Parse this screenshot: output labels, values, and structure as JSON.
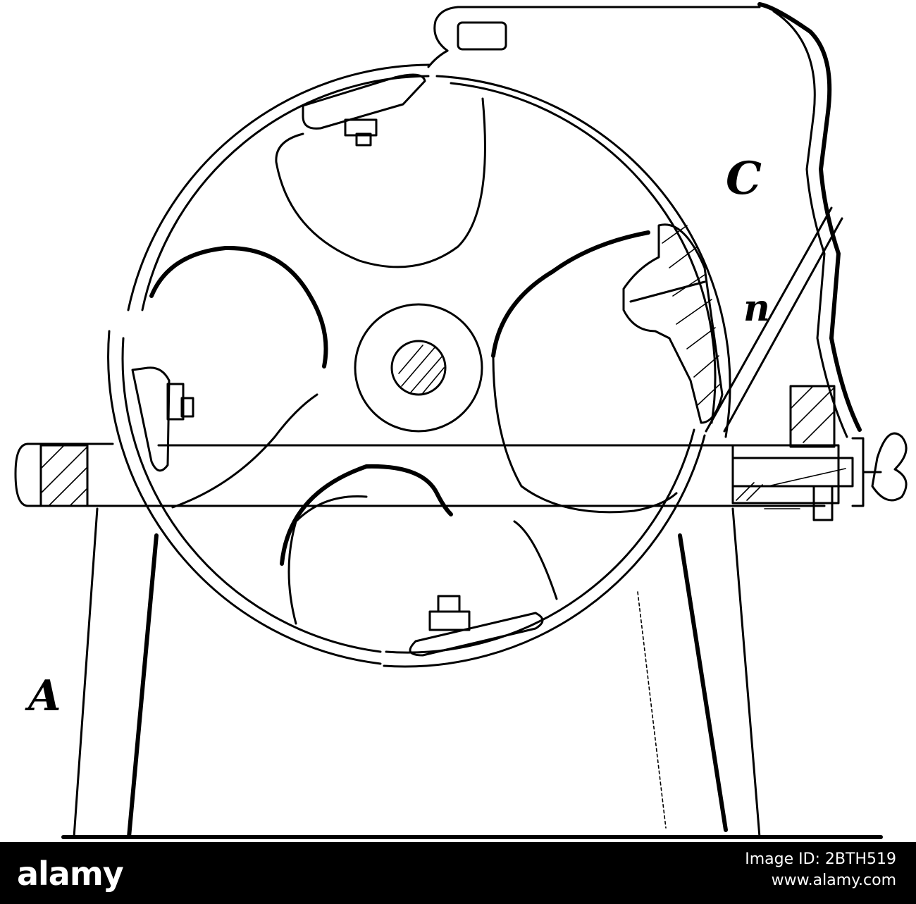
{
  "labels": {
    "A": "A",
    "C": "C",
    "n": "n"
  },
  "footer": {
    "brand": "alamy",
    "image_id": "Image ID: 2BTH519",
    "site": "www.alamy.com"
  },
  "colors": {
    "ink": "#000000",
    "paper": "#ffffff",
    "footer_bg": "#000000",
    "footer_text": "#ffffff"
  }
}
